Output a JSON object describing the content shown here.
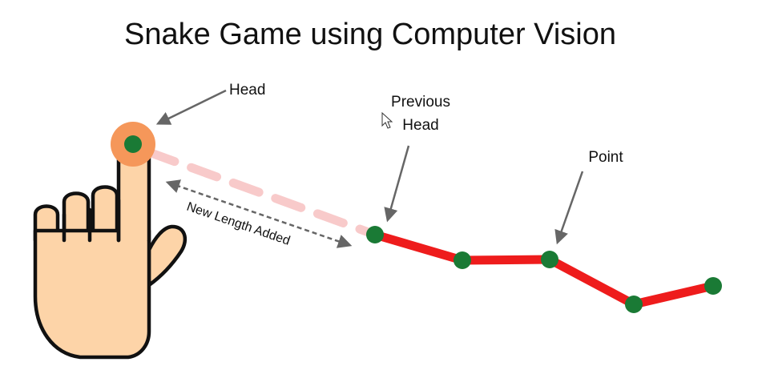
{
  "title": "Snake Game using Computer Vision",
  "labels": {
    "head": "Head",
    "previous_head_line1": "Previous",
    "previous_head_line2": "Head",
    "point": "Point",
    "new_length": "New Length Added"
  },
  "colors": {
    "background": "#ffffff",
    "snake_body": "#ee1c1c",
    "snake_point": "#1a7a35",
    "head_ring": "#f5975a",
    "new_length_trail": "#f8caca",
    "hand_skin": "#fdd4a8",
    "hand_outline": "#111111",
    "arrow": "#666666"
  },
  "icons": {
    "hand": "pointing-hand-icon",
    "cursor": "mouse-cursor-icon"
  }
}
